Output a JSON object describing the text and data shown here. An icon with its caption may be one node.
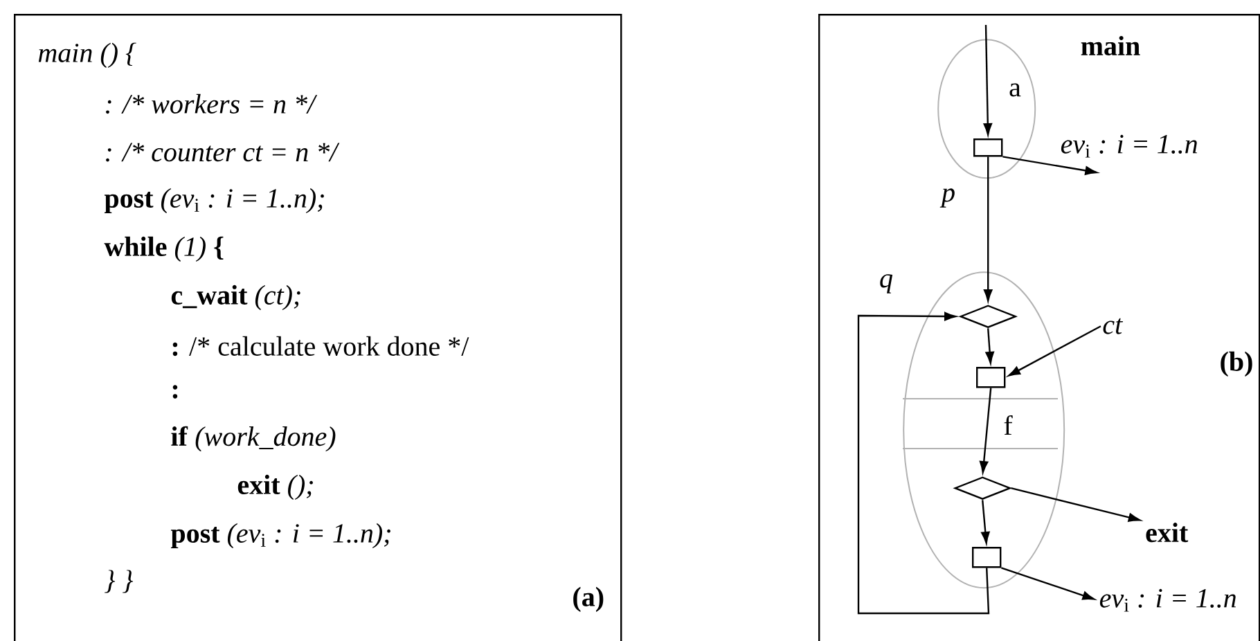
{
  "diagram": {
    "nodes": [
      {
        "text": [
          "main () {",
          ": /* workers = n */",
          ": /* counter ct = n */",
          "**post** *(ev*$_{i}$ *: i = 1..n);*",
          "**while** *(1)* **{**",
          "**c_wait** *(ct);*",
          "**:** /* calculate work done */",
          ":",
          "**if** *(work_done)*",
          "**exit** *();*",
          "**post** *(ev*$_{i}$ *: i = 1..n);*",
          "} }",
          "(a)"
        ]
      },
      {
        "text": [
          "(b)"
        ]
      },
      {
        "text": [
          "main"
        ],
        "in": 1
      },
      {
        "text": [],
        "shape": "box",
        "in": 2
      },
      {
        "text": [],
        "shape": "ellipse",
        "in": 1
      },
      {
        "text": [],
        "shape": "diamond",
        "in": 4
      },
      {
        "text": [],
        "shape": "box",
        "in": 4
      },
      {
        "text": [],
        "shape": "diamond",
        "in": 4
      },
      {
        "text": [],
        "shape": "box",
        "in": 4
      },
      {
        "text": [
          "*ct*"
        ],
        "in": 1
      },
      {
        "text": [
          "*ev*$_{i}$ *: i = 1..n*"
        ],
        "in": 1
      },
      {
        "text": [
          "**exit**"
        ],
        "in": 1
      },
      {
        "text": [
          "*ev*$_{i}$ *: i = 1..n*"
        ],
        "in": 1
      }
    ],
    "edges": [
      {
        "from": null,
        "to": 3,
        "arrow": "to",
        "label": "a"
      },
      {
        "from": 3,
        "to": 10,
        "arrow": "to"
      },
      {
        "from": 3,
        "to": 5,
        "arrow": "to",
        "label": "*p*"
      },
      {
        "from": 8,
        "to": 5,
        "arrow": "to",
        "label": "*q*"
      },
      {
        "from": 5,
        "to": 6,
        "arrow": "to"
      },
      {
        "from": 9,
        "to": 6,
        "arrow": "to"
      },
      {
        "from": 6,
        "to": 7,
        "arrow": "to",
        "label": "f"
      },
      {
        "from": 7,
        "to": 11,
        "arrow": "to"
      },
      {
        "from": 7,
        "to": 8,
        "arrow": "to"
      },
      {
        "from": 8,
        "to": 12,
        "arrow": "to"
      }
    ]
  }
}
